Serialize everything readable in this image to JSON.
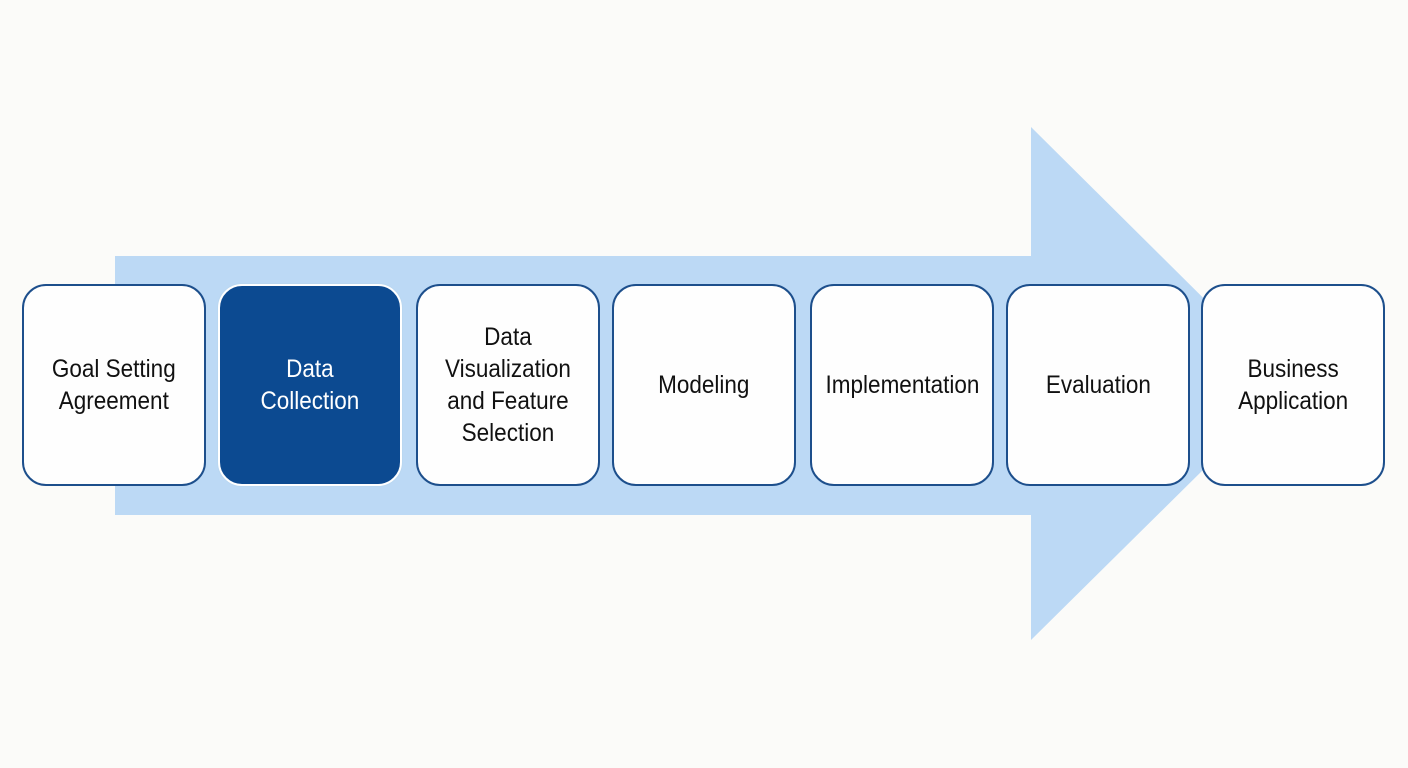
{
  "diagram": {
    "type": "process-flow",
    "direction": "left-to-right",
    "steps": [
      {
        "label": "Goal Setting\nAgreement",
        "highlighted": false
      },
      {
        "label": "Data\nCollection",
        "highlighted": true
      },
      {
        "label": "Data\nVisualization\nand Feature\nSelection",
        "highlighted": false
      },
      {
        "label": "Modeling",
        "highlighted": false
      },
      {
        "label": "Implementation",
        "highlighted": false
      },
      {
        "label": "Evaluation",
        "highlighted": false
      },
      {
        "label": "Business\nApplication",
        "highlighted": false
      }
    ],
    "colors": {
      "arrow": "#bcd9f5",
      "border": "#1d4f8c",
      "highlight_fill": "#0c4a91",
      "background": "#fbfbf9"
    }
  }
}
